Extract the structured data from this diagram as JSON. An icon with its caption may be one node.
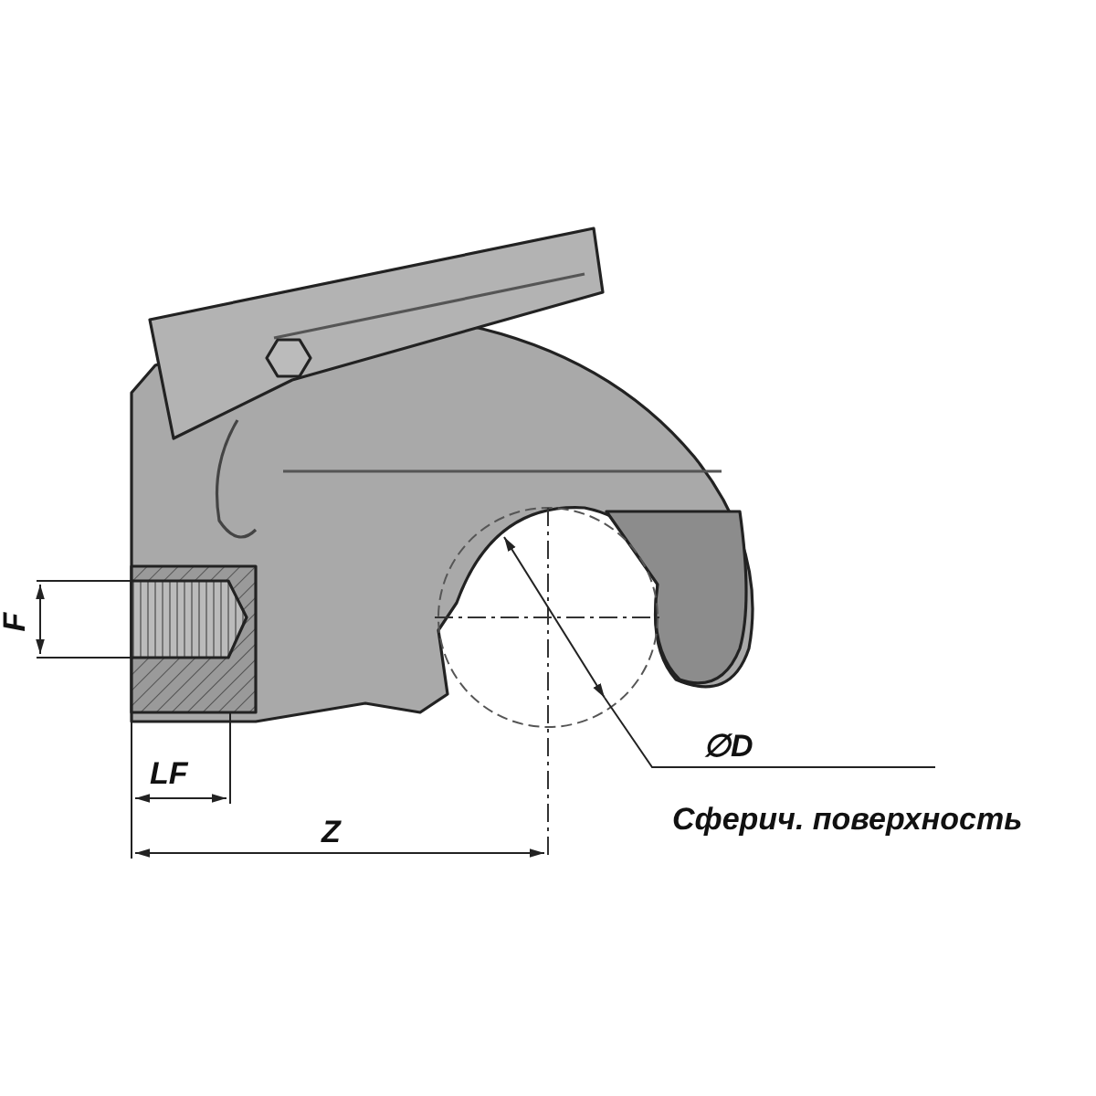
{
  "diagram": {
    "labels": [
      "F",
      "LF",
      "Z",
      "∅D",
      "Сферич. поверхность"
    ]
  }
}
